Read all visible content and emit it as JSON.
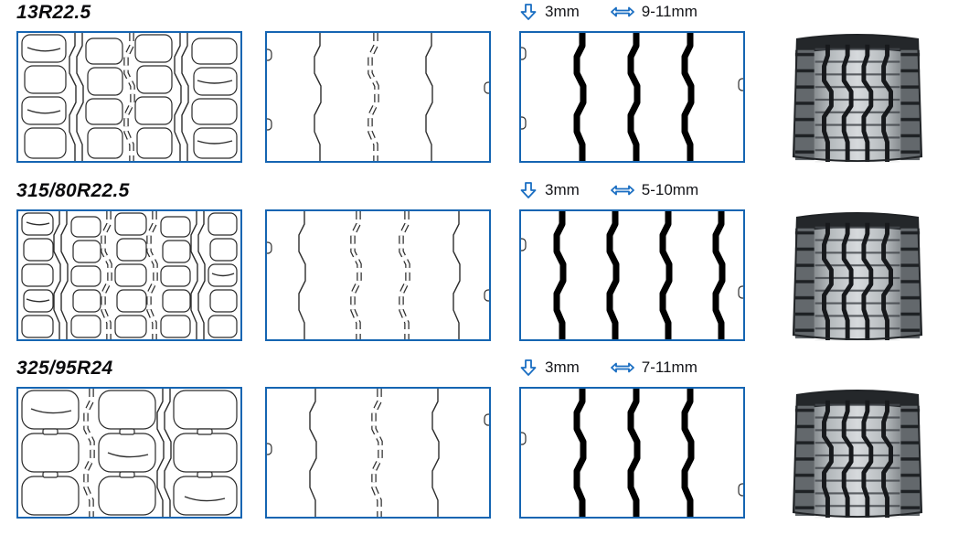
{
  "rows": [
    {
      "label": "13R22.5",
      "depth": "3mm",
      "width": "9-11mm"
    },
    {
      "label": "315/80R22.5",
      "depth": "3mm",
      "width": "5-10mm"
    },
    {
      "label": "325/95R24",
      "depth": "3mm",
      "width": "7-11mm"
    }
  ],
  "icons": {
    "depth": "down-arrow-icon",
    "width": "left-right-arrow-icon"
  },
  "colors": {
    "box_border": "#1565b2",
    "accent_blue": "#1a6ec2",
    "text": "#15161a"
  }
}
